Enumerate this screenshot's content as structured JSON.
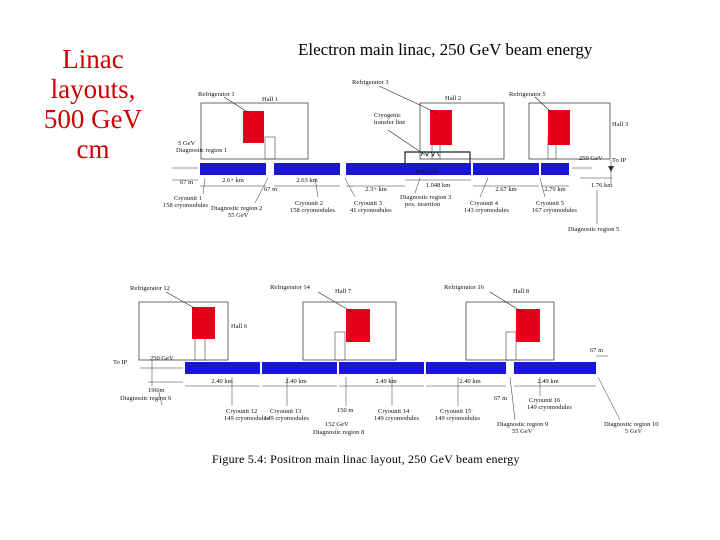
{
  "side_title": [
    "Linac",
    "layouts,",
    "500 GeV",
    "cm"
  ],
  "slide_title": "Electron main linac, 250 GeV beam energy",
  "colors": {
    "beamline": "#1a14d8",
    "refrigerator": "#e8001a",
    "side_title": "#cc0000"
  },
  "electron": {
    "refrigerators": [
      "Refrigerator 1",
      "Refrigerator 3",
      "Refrigerator 5"
    ],
    "halls": [
      "Hall 1",
      "Hall 2",
      "Hall 3"
    ],
    "cryogenic_transfer": "Cryogenic transfer line",
    "gev_top": "5 GeV",
    "diag1": "Diagnostic region 1",
    "to_ip": "To IP",
    "gev_250": "250 GeV",
    "gev_155": "155 GeV",
    "lengths": [
      "2.6+ km",
      "2.63 km",
      "2.3+ km",
      "2.67 km",
      "2.70 km"
    ],
    "m67a": "67 m",
    "m67b": "67 m",
    "km1048": "1.048 km",
    "km176": "1.76 km",
    "cryo1": "Cryounit 1",
    "cryo1_sub": "158 cryomodules",
    "diag2": "Diagnostic region 2",
    "diag2_sub": "55 GeV",
    "cryo2": "Cryounit 2",
    "cryo2_sub": "158 cryomodules",
    "cryo3": "Cryounit 3",
    "cryo3_sub": "41 cryomodules",
    "diag3": "Diagnostic region 3",
    "diag3_sub": "pos. insertion",
    "cryo4": "Cryounit 4",
    "cryo4_sub": "143 cryomodules",
    "cryo5": "Cryounit 5",
    "cryo5_sub": "167 cryomodules",
    "diag5": "Diagnostic region 5"
  },
  "positron": {
    "refrigerators": [
      "Refrigerator 12",
      "Refrigerator 14",
      "Refrigerator 16"
    ],
    "halls": [
      "Hall 6",
      "Hall 7",
      "Hall 8"
    ],
    "to_ip": "To IP",
    "gev_250": "250 GeV",
    "m196": "196 m",
    "diag6": "Diagnostic region 6",
    "lengths": [
      "2.40 km",
      "2.40 km",
      "2.49 km",
      "2.40 km",
      "2.49 km"
    ],
    "m67_right": "67 m",
    "m67_mid": "67 m",
    "m150": "150 m",
    "gev152": "152 GeV",
    "cryo12": "Cryounit 12",
    "cryo12_sub": "149 cryomodules",
    "cryo13": "Cryounit 13",
    "cryo13_sub": "149 cryomodules",
    "cryo14": "Cryounit 14",
    "cryo14_sub": "149 cryomodules",
    "cryo15": "Cryounit 15",
    "cryo15_sub": "149 cryomodules",
    "cryo16": "Cryounit 16",
    "cryo16_sub": "149 cryomodules",
    "diag8": "Diagnostic region 8",
    "diag9": "Diagnostic region 9",
    "diag9_sub": "55 GeV",
    "diag10": "Diagnostic region 10",
    "diag10_sub": "5 GeV"
  },
  "caption": "Figure 5.4: Positron main linac layout, 250 GeV beam energy"
}
